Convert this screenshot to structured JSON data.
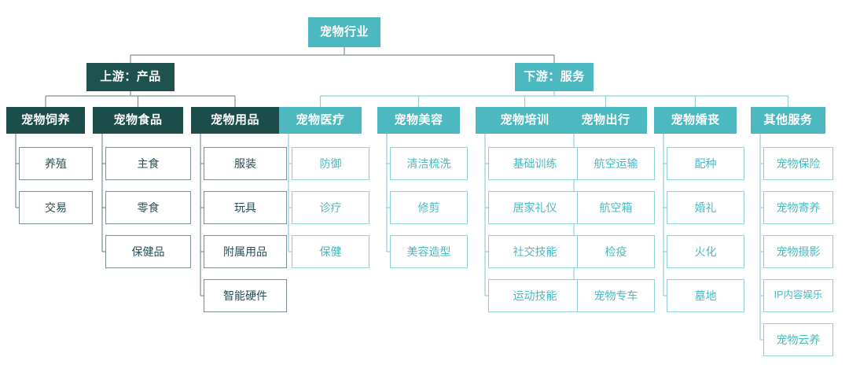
{
  "diagram": {
    "title": "宠物行业",
    "branches": [
      {
        "label": "上游：产品",
        "style": "dark",
        "columns": [
          {
            "header": "宠物饲养",
            "items": [
              "养殖",
              "交易"
            ]
          },
          {
            "header": "宠物食品",
            "items": [
              "主食",
              "零食",
              "保健品"
            ]
          },
          {
            "header": "宠物用品",
            "items": [
              "服装",
              "玩具",
              "附属用品",
              "智能硬件"
            ]
          }
        ]
      },
      {
        "label": "下游：服务",
        "style": "teal",
        "columns": [
          {
            "header": "宠物医疗",
            "items": [
              "防御",
              "诊疗",
              "保健"
            ]
          },
          {
            "header": "宠物美容",
            "items": [
              "清洁梳洗",
              "修剪",
              "美容造型"
            ]
          },
          {
            "header": "宠物培训",
            "items": [
              "基础训练",
              "居家礼仪",
              "社交技能",
              "运动技能"
            ]
          },
          {
            "header": "宠物出行",
            "items": [
              "航空运输",
              "航空箱",
              "检疫",
              "宠物专车"
            ]
          },
          {
            "header": "宠物婚丧",
            "items": [
              "配种",
              "婚礼",
              "火化",
              "墓地"
            ]
          },
          {
            "header": "其他服务",
            "items": [
              "宠物保险",
              "宠物寄养",
              "宠物摄影",
              "IP内容娱乐",
              "宠物云养"
            ]
          }
        ]
      }
    ],
    "colors": {
      "teal": "#4cb9c0",
      "dark": "#1d524e",
      "leaf_border_dark": "#7d8f94",
      "leaf_border_teal": "#8fd0d6",
      "leaf_text_dark": "#2b4f55",
      "background": "#ffffff"
    }
  }
}
